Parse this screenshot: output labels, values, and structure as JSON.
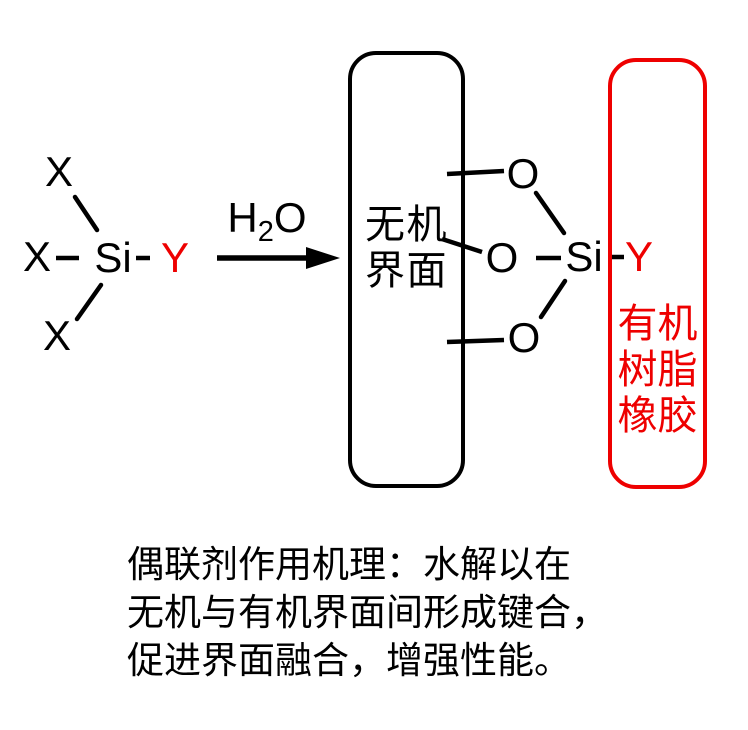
{
  "colors": {
    "ink": "#000000",
    "accent_red": "#ee0000",
    "background": "#ffffff"
  },
  "left_molecule": {
    "x_top": "X",
    "x_left": "X",
    "x_bottom": "X",
    "si": "Si",
    "y": "Y"
  },
  "reaction_arrow": {
    "h": "H",
    "two": "2",
    "o": "O"
  },
  "inorganic_box": {
    "line1": "无机",
    "line2": "界面"
  },
  "product": {
    "o_top": "O",
    "o_mid": "O",
    "o_bottom": "O",
    "si": "Si",
    "y": "Y"
  },
  "organic_box": {
    "line1": "有机",
    "line2": "树脂",
    "line3": "橡胶"
  },
  "caption": {
    "line1": "偶联剂作用机理：水解以在",
    "line2": "无机与有机界面间形成键合，",
    "line3": "促进界面融合，增强性能。"
  }
}
